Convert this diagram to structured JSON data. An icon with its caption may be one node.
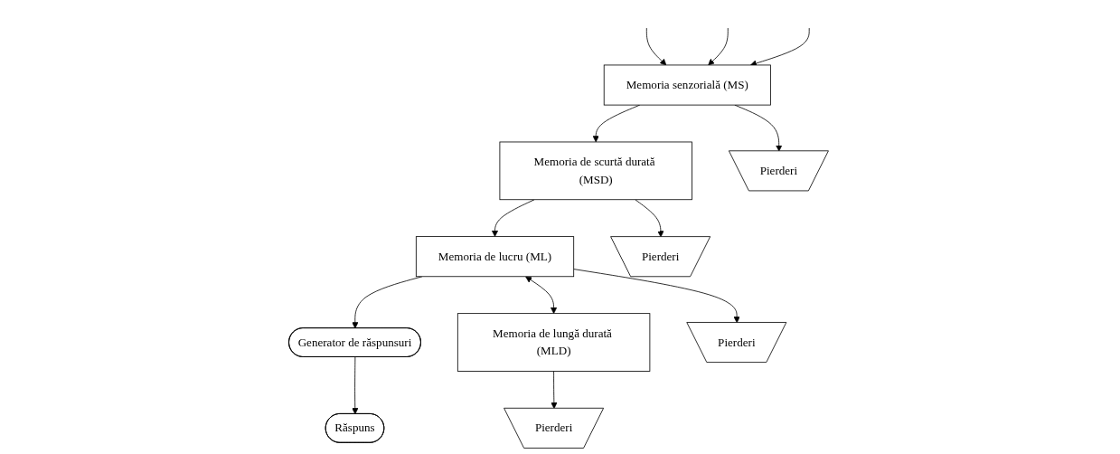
{
  "diagram": {
    "nodes": [
      {
        "text": [
          "Răspuns"
        ]
      },
      {
        "text": [
          "Generator de răspunsuri"
        ]
      },
      {
        "text": [
          "Memoria senzorială (MS)"
        ]
      },
      {
        "text": [
          "Memoria de scurtă durată (MSD)"
        ]
      },
      {
        "text": [
          "Memoria de lucru (ML)"
        ]
      },
      {
        "text": [
          "Memoria de lungă durată (MLD)"
        ]
      },
      {
        "text": [
          "Pierderi"
        ]
      },
      {
        "text": [
          "Pierderi"
        ]
      },
      {
        "text": [
          "Pierderi"
        ]
      },
      {
        "text": [
          "Pierderi"
        ]
      }
    ],
    "edges": [
      {
        "from": 1,
        "to": 0,
        "arrow": "to"
      },
      {
        "from": 4,
        "to": 1,
        "arrow": "to"
      },
      {
        "from": null,
        "to": 2,
        "arrow": "to"
      },
      {
        "from": null,
        "to": 2,
        "arrow": "to"
      },
      {
        "from": null,
        "to": 2,
        "arrow": "to"
      },
      {
        "from": 2,
        "to": 3,
        "arrow": "to"
      },
      {
        "from": 3,
        "to": 4,
        "arrow": "to"
      },
      {
        "from": 4,
        "to": 5,
        "arrow": "both"
      },
      {
        "from": 2,
        "to": 6,
        "arrow": "to"
      },
      {
        "from": 3,
        "to": 7,
        "arrow": "to"
      },
      {
        "from": 4,
        "to": 8,
        "arrow": "to"
      },
      {
        "from": 5,
        "to": 9,
        "arrow": "to"
      }
    ]
  }
}
